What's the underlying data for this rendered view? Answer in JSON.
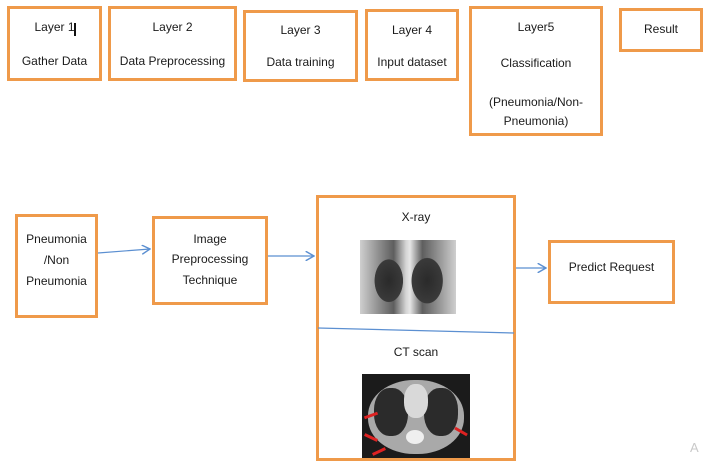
{
  "colors": {
    "box_border": "#ef9a4a",
    "arrow": "#5b8fd1",
    "divider": "#5b8fd1"
  },
  "layers": {
    "l1": {
      "title": "Layer 1",
      "subtitle": "Gather Data"
    },
    "l2": {
      "title": "Layer 2",
      "subtitle": "Data Preprocessing"
    },
    "l3": {
      "title": "Layer 3",
      "subtitle": "Data training"
    },
    "l4": {
      "title": "Layer 4",
      "subtitle": "Input dataset"
    },
    "l5": {
      "title": "Layer5",
      "subtitle": "Classification",
      "detail": "(Pneumonia/Non-\nPneumonia)"
    },
    "result": {
      "title": "Result"
    }
  },
  "flow": {
    "input": "Pneumonia\n/Non\nPneumonia",
    "preprocess": "Image\nPreprocessing\nTechnique",
    "xray_label": "X-ray",
    "ct_label": "CT scan",
    "predict": "Predict Request"
  },
  "watermark": "A"
}
